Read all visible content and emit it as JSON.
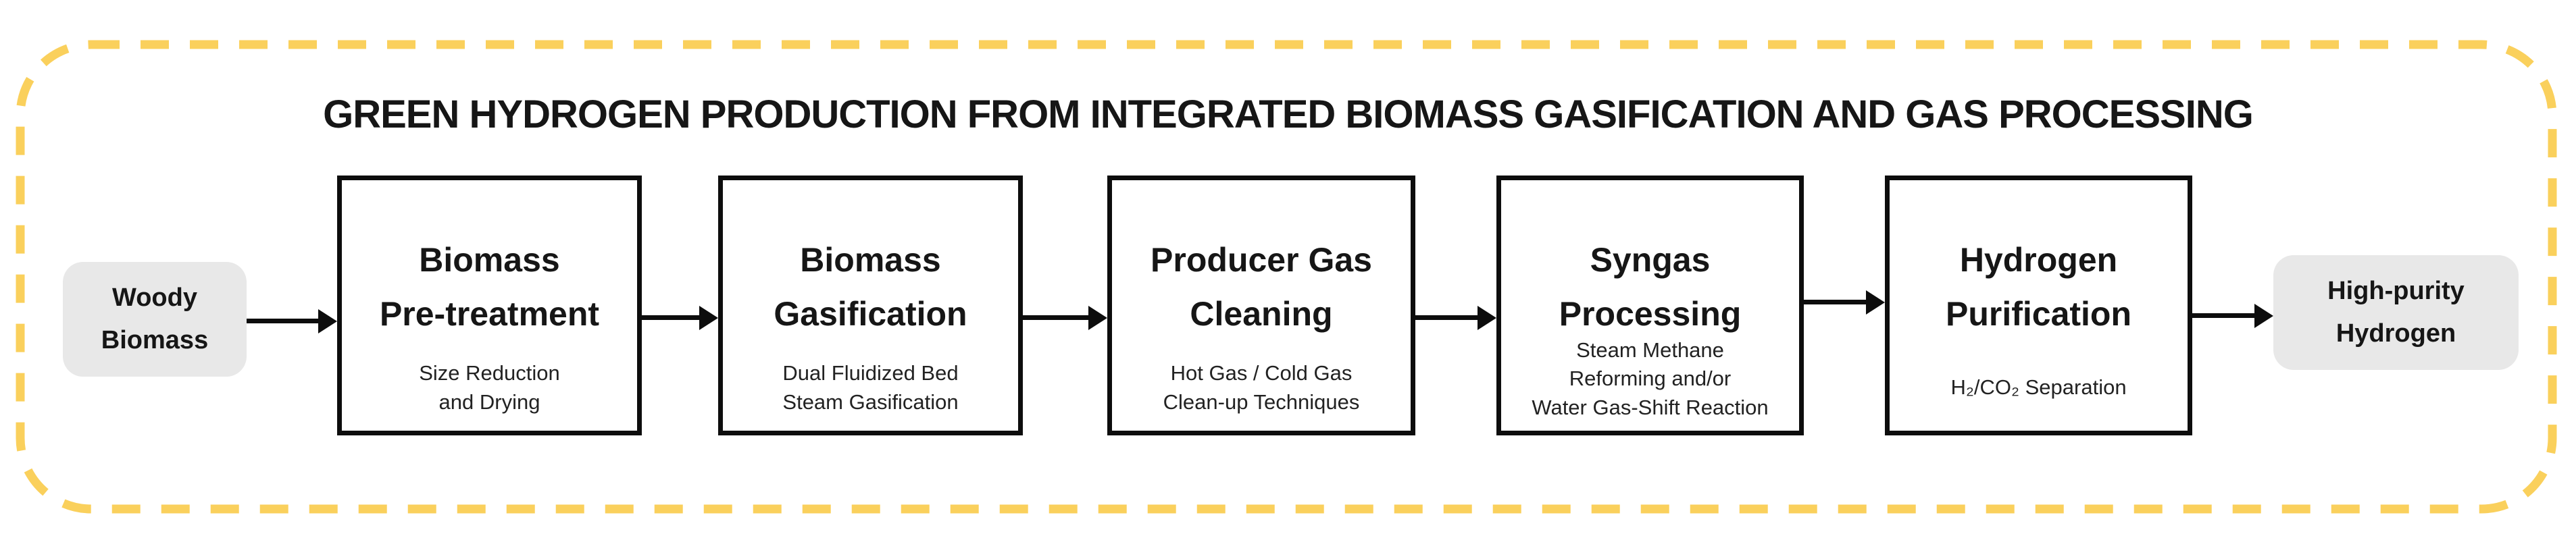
{
  "title": "GREEN HYDROGEN PRODUCTION FROM INTEGRATED BIOMASS GASIFICATION AND GAS PROCESSING",
  "input_terminal": {
    "label": "Woody\nBiomass"
  },
  "output_terminal": {
    "label": "High-purity\nHydrogen"
  },
  "steps": [
    {
      "title": "Biomass\nPre-treatment",
      "subtitle": "Size Reduction\nand Drying"
    },
    {
      "title": "Biomass\nGasification",
      "subtitle": "Dual Fluidized Bed\nSteam Gasification"
    },
    {
      "title": "Producer Gas\nCleaning",
      "subtitle": "Hot Gas / Cold Gas\nClean-up Techniques"
    },
    {
      "title": "Syngas\nProcessing",
      "subtitle": "Steam Methane\nReforming and/or\nWater Gas-Shift Reaction"
    },
    {
      "title": "Hydrogen\nPurification",
      "subtitle": "H₂/CO₂ Separation"
    }
  ],
  "colors": {
    "border_dash": "#FAD05C",
    "terminal_fill": "#E8E8E8",
    "box_border": "#0D0D0D",
    "text": "#161616"
  }
}
